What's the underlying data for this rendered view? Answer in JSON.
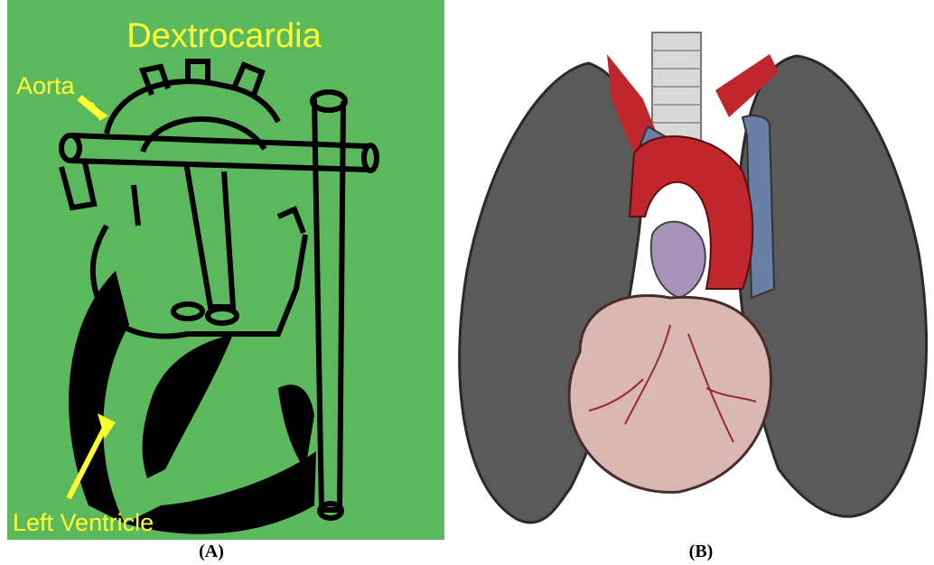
{
  "panel_a": {
    "title": "Dextrocardia",
    "labels": {
      "aorta": "Aorta",
      "left_ventricle": "Left Ventricle"
    },
    "colors": {
      "background": "#5cb85c",
      "outline": "#000000",
      "label": "#ffff33"
    },
    "caption": "(A)"
  },
  "panel_b": {
    "caption": "(B)",
    "colors": {
      "lungs": "#5a5a5a",
      "aorta": "#c0262c",
      "veins": "#6a7fa6",
      "heart": "#d8b8b0",
      "trachea": "#d8d8d8"
    }
  }
}
